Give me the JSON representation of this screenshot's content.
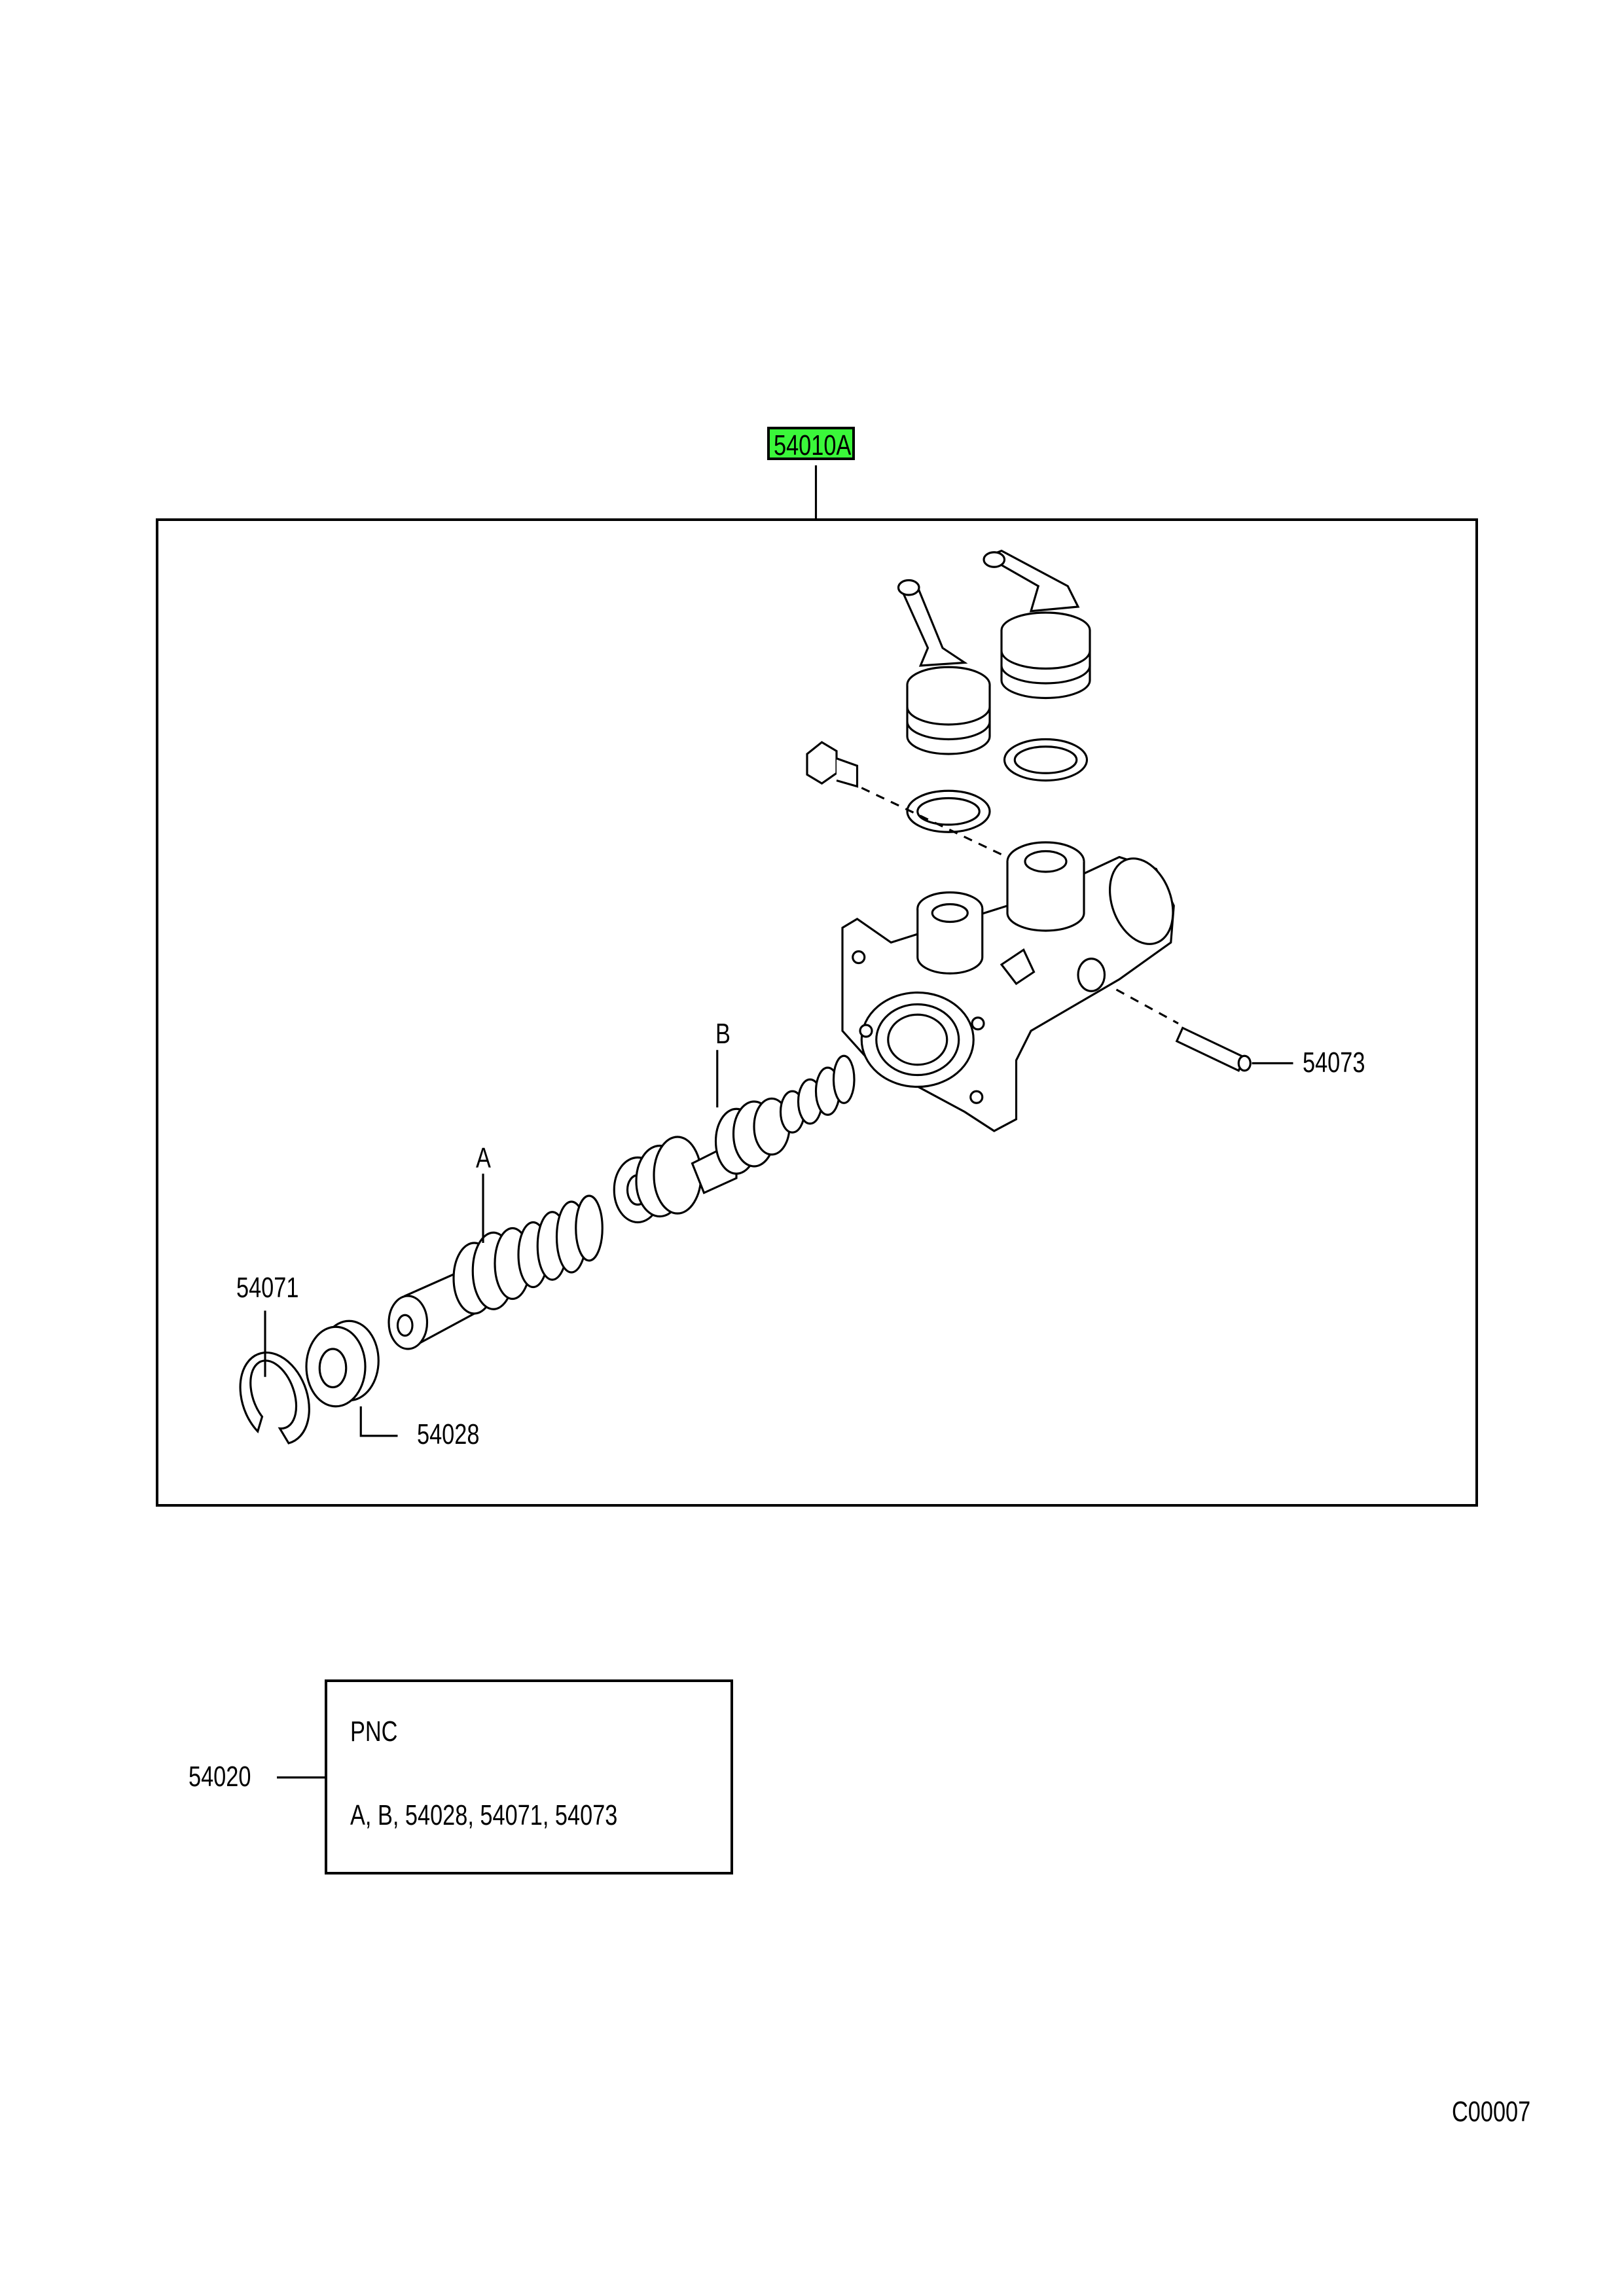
{
  "assembly_label": "54010A",
  "assembly_highlight_color": "#3af73a",
  "callouts": {
    "a": "A",
    "b": "B",
    "p54073": "54073",
    "p54071": "54071",
    "p54028": "54028"
  },
  "kit": {
    "number": "54020",
    "header": "PNC",
    "contents": "A, B, 54028, 54071, 54073"
  },
  "drawing_code": "C00007"
}
